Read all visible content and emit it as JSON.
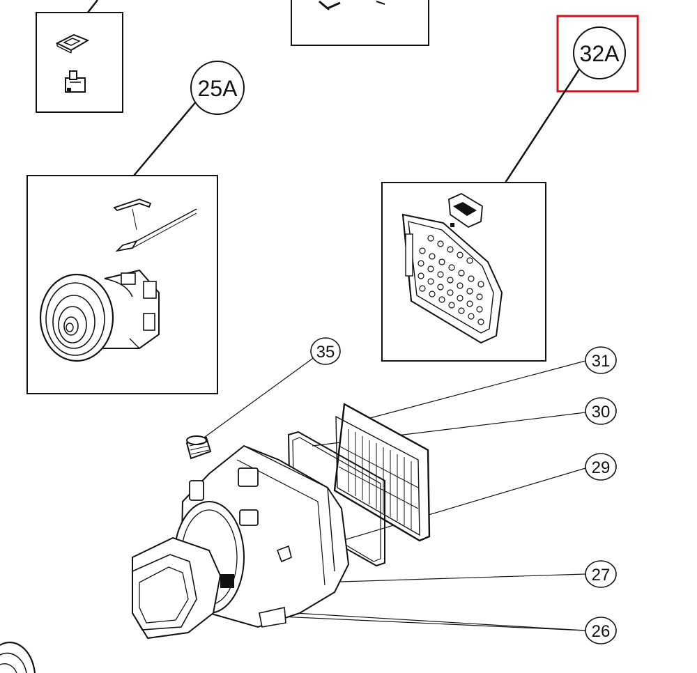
{
  "callouts": {
    "c25a": "25A",
    "c32a": "32A",
    "c35": "35",
    "c31": "31",
    "c30": "30",
    "c29": "29",
    "c27": "27",
    "c26": "26"
  },
  "colors": {
    "line": "#111111",
    "highlight": "#d0121b",
    "background": "#ffffff"
  }
}
